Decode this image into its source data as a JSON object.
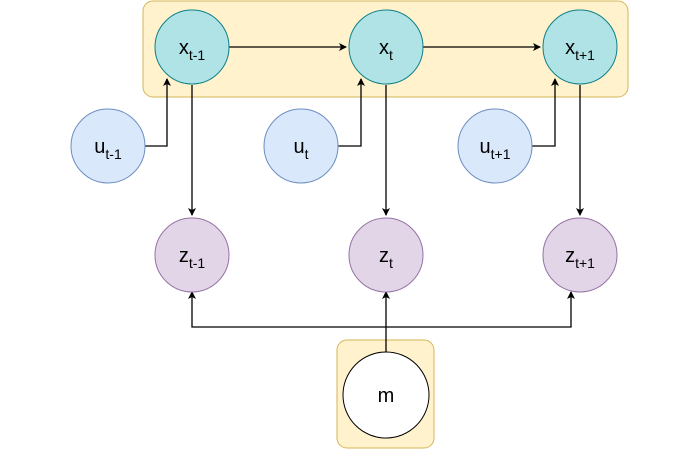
{
  "colors": {
    "group_fill": "#fff2cc",
    "group_stroke": "#d6b656",
    "state_fill": "#b0e3e6",
    "state_stroke": "#0e8088",
    "control_fill": "#dae8fc",
    "control_stroke": "#6c8ebf",
    "measurement_fill": "#e1d5e7",
    "measurement_stroke": "#9673a6",
    "map_fill": "#ffffff",
    "map_stroke": "#000000",
    "edge": "#000000"
  },
  "states": {
    "prev": {
      "base": "x",
      "sub": "t-1"
    },
    "curr": {
      "base": "x",
      "sub": "t"
    },
    "next": {
      "base": "x",
      "sub": "t+1"
    }
  },
  "controls": {
    "prev": {
      "base": "u",
      "sub": "t-1"
    },
    "curr": {
      "base": "u",
      "sub": "t"
    },
    "next": {
      "base": "u",
      "sub": "t+1"
    }
  },
  "measurements": {
    "prev": {
      "base": "z",
      "sub": "t-1"
    },
    "curr": {
      "base": "z",
      "sub": "t"
    },
    "next": {
      "base": "z",
      "sub": "t+1"
    }
  },
  "map": {
    "label": "m"
  }
}
